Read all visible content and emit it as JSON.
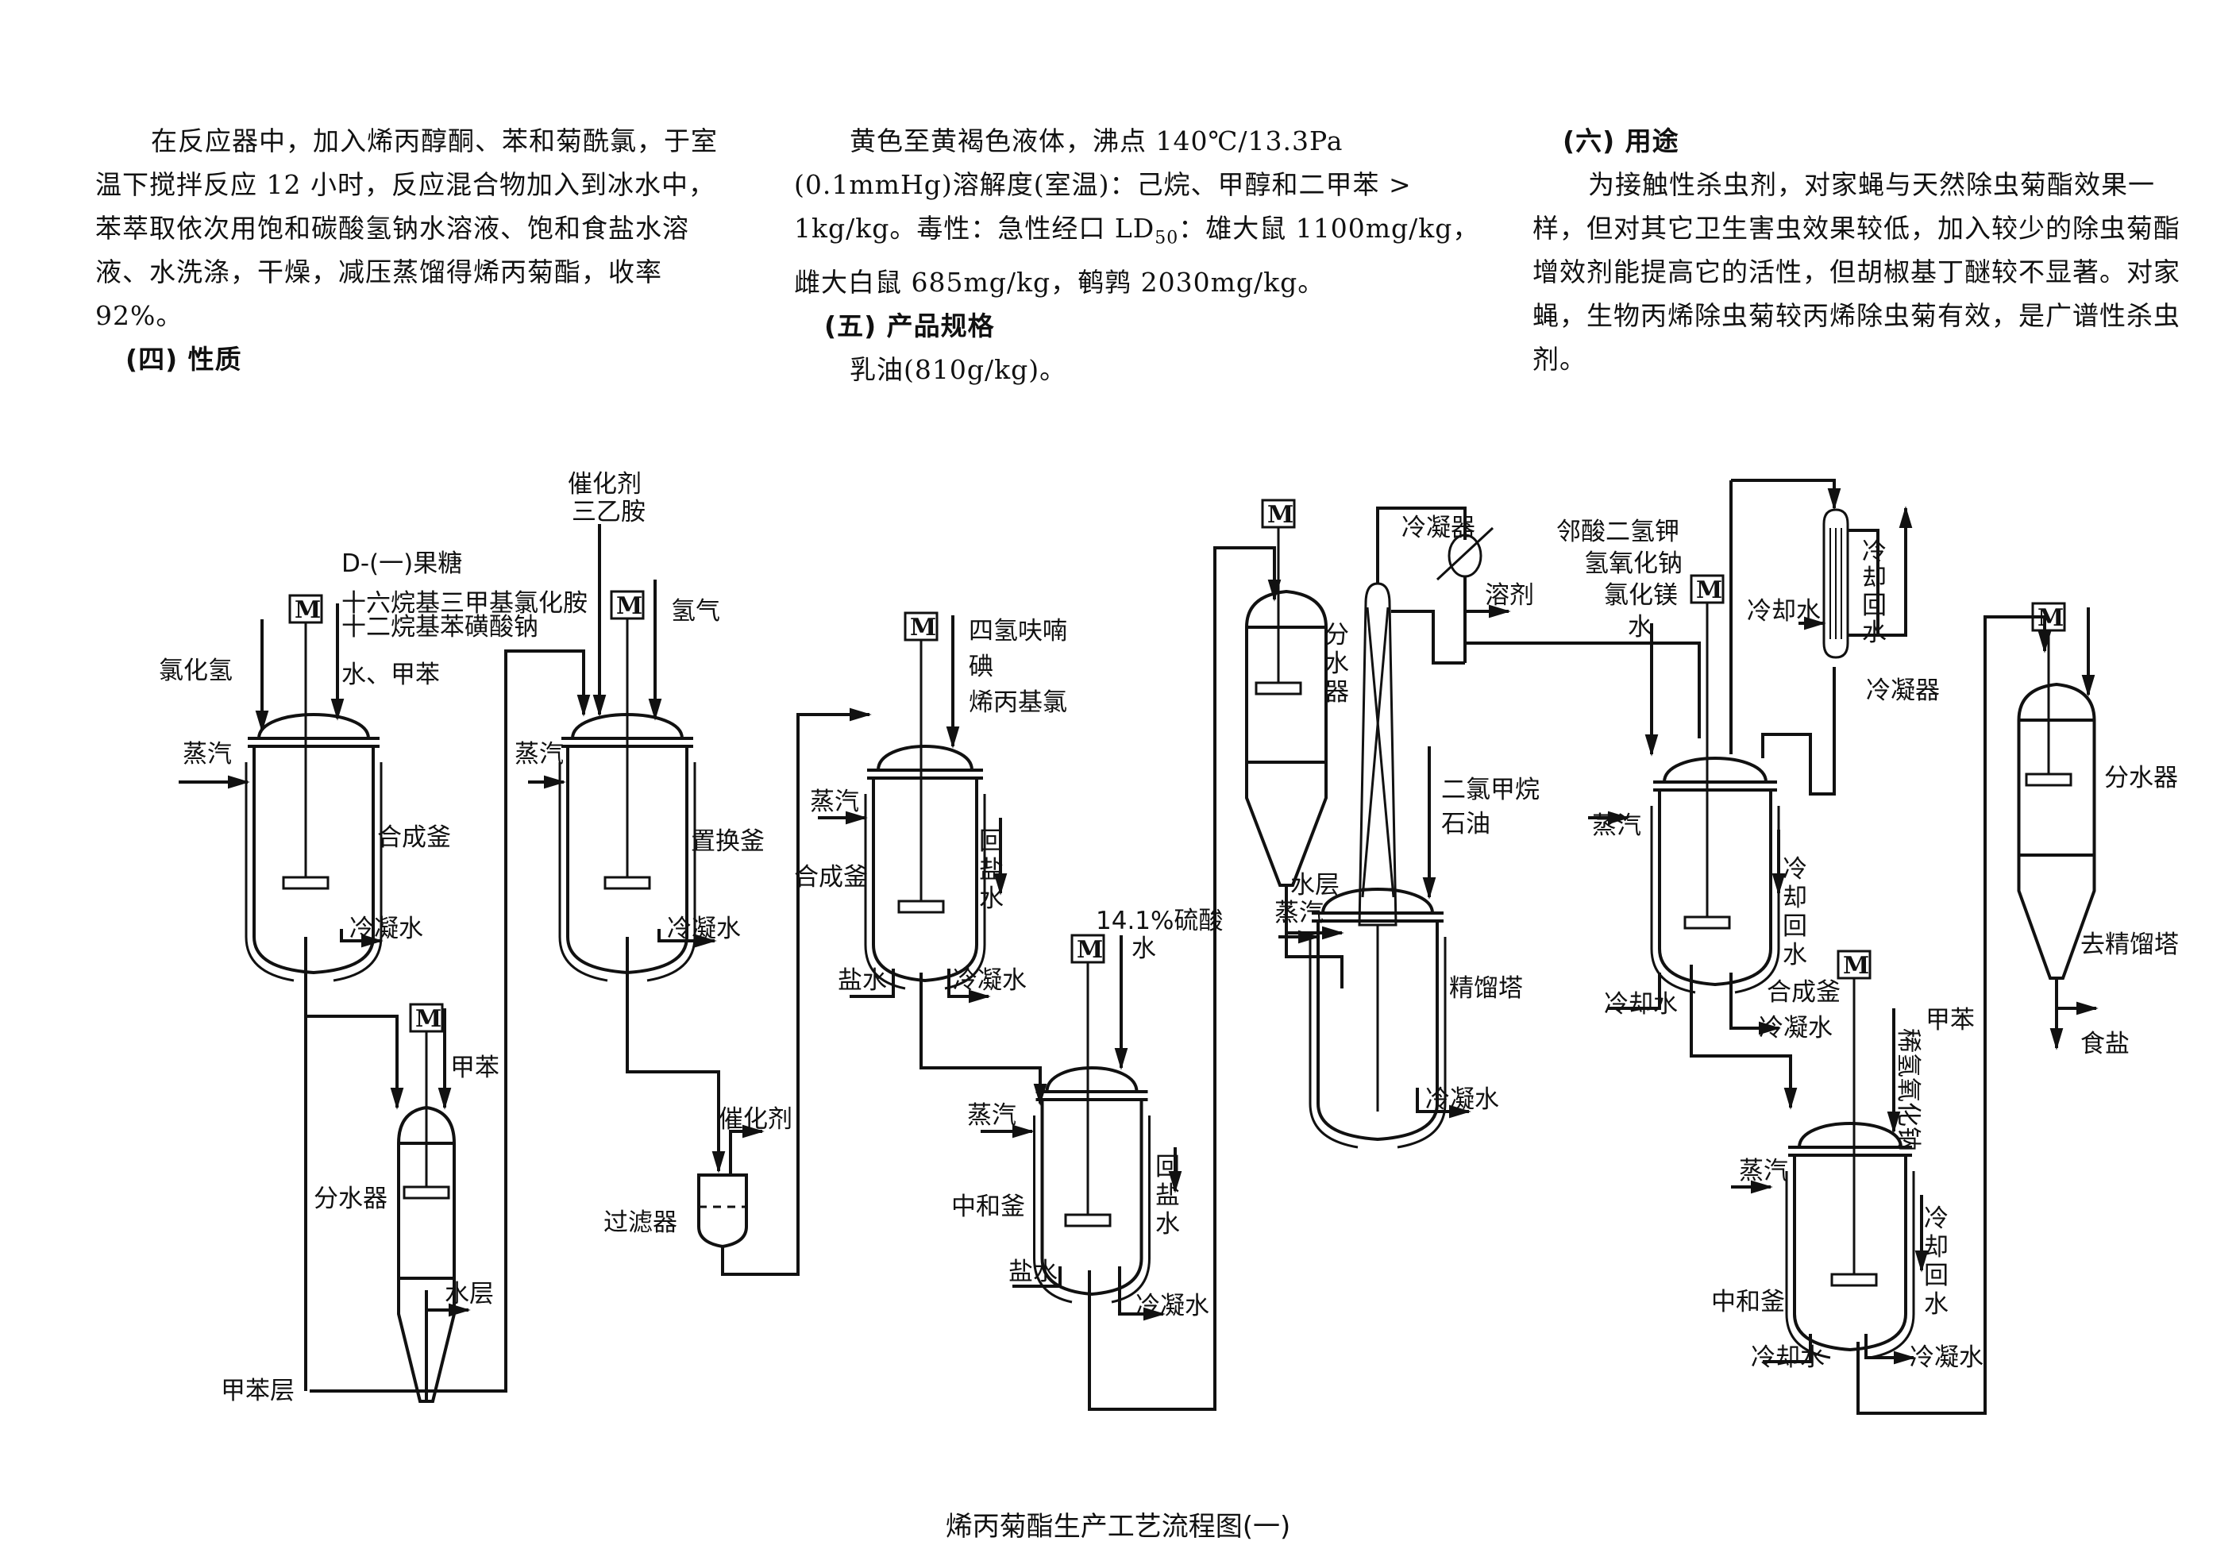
{
  "text_columns": {
    "col1": {
      "paragraph": "在反应器中，加入烯丙醇酮、苯和菊酰氯，于室温下搅拌反应 12 小时，反应混合物加入到冰水中，苯萃取依次用饱和碳酸氢钠水溶液、饱和食盐水溶液、水洗涤，干燥，减压蒸馏得烯丙菊酯，收率 92%。",
      "heading": "(四) 性质"
    },
    "col2": {
      "paragraph_part1": "黄色至黄褐色液体，沸点 140℃/13.3Pa (0.1mmHg)溶解度(室温)：己烷、甲醇和二甲苯 > 1kg/kg。毒性：急性经口 LD",
      "ld_subscript": "50",
      "paragraph_part2": "：雄大鼠 1100mg/kg，雌大白鼠 685mg/kg，鹌鹑 2030mg/kg。",
      "heading": "(五) 产品规格",
      "spec": "乳油(810g/kg)。"
    },
    "col3": {
      "heading": "(六) 用途",
      "paragraph": "为接触性杀虫剂，对家蝇与天然除虫菊酯效果一样，但对其它卫生害虫效果较低，加入较少的除虫菊酯增效剂能提高它的活性，但胡椒基丁醚较不显著。对家蝇，生物丙烯除虫菊较丙烯除虫菊有效，是广谱性杀虫剂。"
    }
  },
  "diagram": {
    "motor_label": "M",
    "vessel1": {
      "name": "合成釜",
      "inputs": [
        "氯化氢",
        "D-(一)果糖",
        "十六烷基三甲基氯化胺",
        "十二烷基苯磺酸钠",
        "水、甲苯"
      ],
      "steam": "蒸汽",
      "condensate": "冷凝水"
    },
    "separator1": {
      "name": "分水器",
      "input": "甲苯",
      "water_out": "水层",
      "toluene_layer": "甲苯层"
    },
    "vessel2": {
      "name": "置换釜",
      "inputs": [
        "催化剂",
        "三乙胺",
        "氢气"
      ],
      "steam": "蒸汽",
      "condensate": "冷凝水"
    },
    "filter": {
      "name": "过滤器",
      "catalyst_out": "催化剂"
    },
    "vessel3": {
      "name": "合成釜",
      "inputs": [
        "四氢呋喃",
        "碘",
        "烯丙基氯"
      ],
      "steam": "蒸汽",
      "brine_in": "盐水",
      "brine_return": [
        "回",
        "盐",
        "水"
      ],
      "condensate": "冷凝水"
    },
    "vessel4": {
      "name": "中和釜",
      "inputs": [
        "14.1%硫酸",
        "水"
      ],
      "steam": "蒸汽",
      "brine_in": "盐水",
      "brine_return": [
        "回",
        "盐",
        "水"
      ],
      "condensate": "冷凝水"
    },
    "separator2": {
      "name": [
        "分",
        "水",
        "器"
      ],
      "water_out": "水层"
    },
    "column": {
      "name": "精馏塔",
      "condenser": "冷凝器",
      "solvent_out": "溶剂",
      "inputs": [
        "二氯甲烷",
        "石油"
      ],
      "steam": "蒸汽",
      "condensate": "冷凝水"
    },
    "vessel5": {
      "name": "合成釜",
      "inputs": [
        "邻酸二氢钾",
        "氢氧化钠",
        "氯化镁",
        "水"
      ],
      "steam": "蒸汽",
      "cooling_in": "冷却水",
      "cooling_return": [
        "冷",
        "却",
        "回",
        "水"
      ],
      "condensate": "冷凝水"
    },
    "condenser2": {
      "name": "冷凝器",
      "cooling_in": "冷却水",
      "cooling_return": [
        "冷",
        "却",
        "回",
        "水"
      ]
    },
    "vessel6": {
      "name": "中和釜",
      "inputs": [
        "稀氢氧化钠",
        "甲苯"
      ],
      "steam": "蒸汽",
      "cooling_in": "冷却水",
      "cooling_return": [
        "冷",
        "却",
        "回",
        "水"
      ],
      "condensate": "冷凝水"
    },
    "separator3": {
      "name": "分水器",
      "to_column": "去精馏塔",
      "salt_out": "食盐"
    }
  },
  "caption": "烯丙菊酯生产工艺流程图(一)"
}
